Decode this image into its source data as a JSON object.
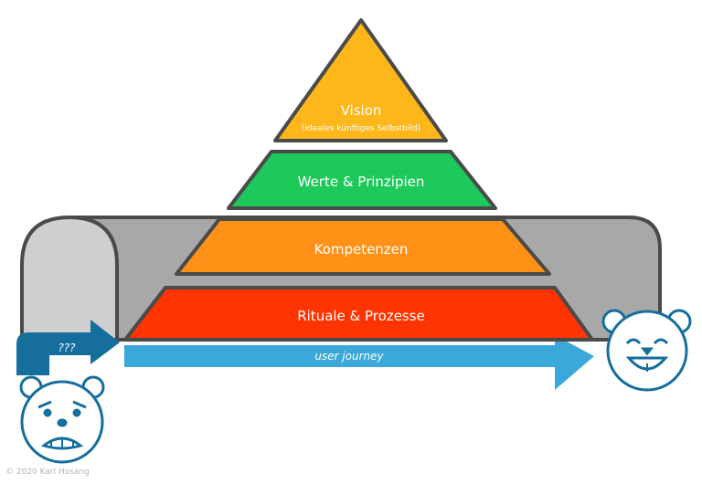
{
  "levels": [
    {
      "label": "Vision",
      "sublabel": "(ideales künftiges Selbstbild)",
      "color": "#FDB71A"
    },
    {
      "label": "Werte & Prinzipien",
      "color": "#1CC95A"
    },
    {
      "label": "Kompetenzen",
      "color": "#FF9216"
    },
    {
      "label": "Rituale & Prozesse",
      "color": "#FF3400"
    }
  ],
  "journey": {
    "label": "user journey",
    "color": "#3AA8D8"
  },
  "start": {
    "label": "???",
    "color": "#156E9B"
  },
  "colors": {
    "outline": "#4a4a4a",
    "tunnel": "#a8a8a8",
    "tunnel_front": "#cfcfcf",
    "bear": "#156E9B"
  },
  "icons": [
    "sad-bear-icon",
    "happy-bear-icon"
  ],
  "copyright": "© 2020 Karl Hosang"
}
